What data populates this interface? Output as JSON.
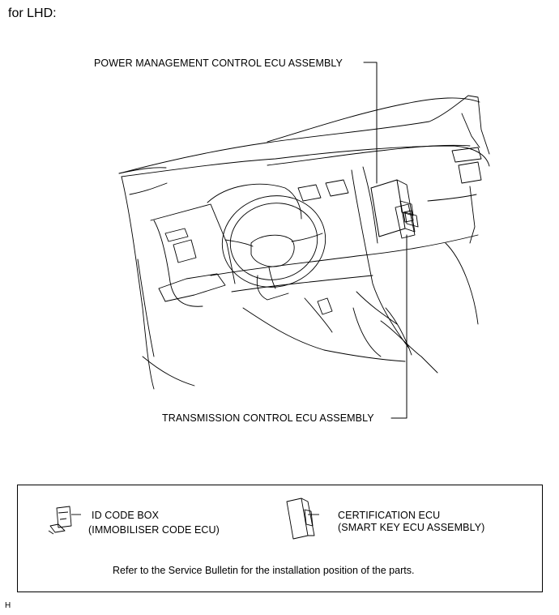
{
  "title": "for LHD:",
  "callouts": {
    "power_management": "POWER MANAGEMENT CONTROL ECU ASSEMBLY",
    "transmission": "TRANSMISSION CONTROL ECU ASSEMBLY"
  },
  "legend": {
    "id_code_box": {
      "name": "ID CODE BOX",
      "subtitle": "(IMMOBILISER CODE ECU)"
    },
    "certification_ecu": {
      "name": "CERTIFICATION ECU",
      "subtitle": "(SMART KEY ECU ASSEMBLY)"
    },
    "note": "Refer to the Service Bulletin for the installation position of the parts."
  },
  "footer_code": "H"
}
